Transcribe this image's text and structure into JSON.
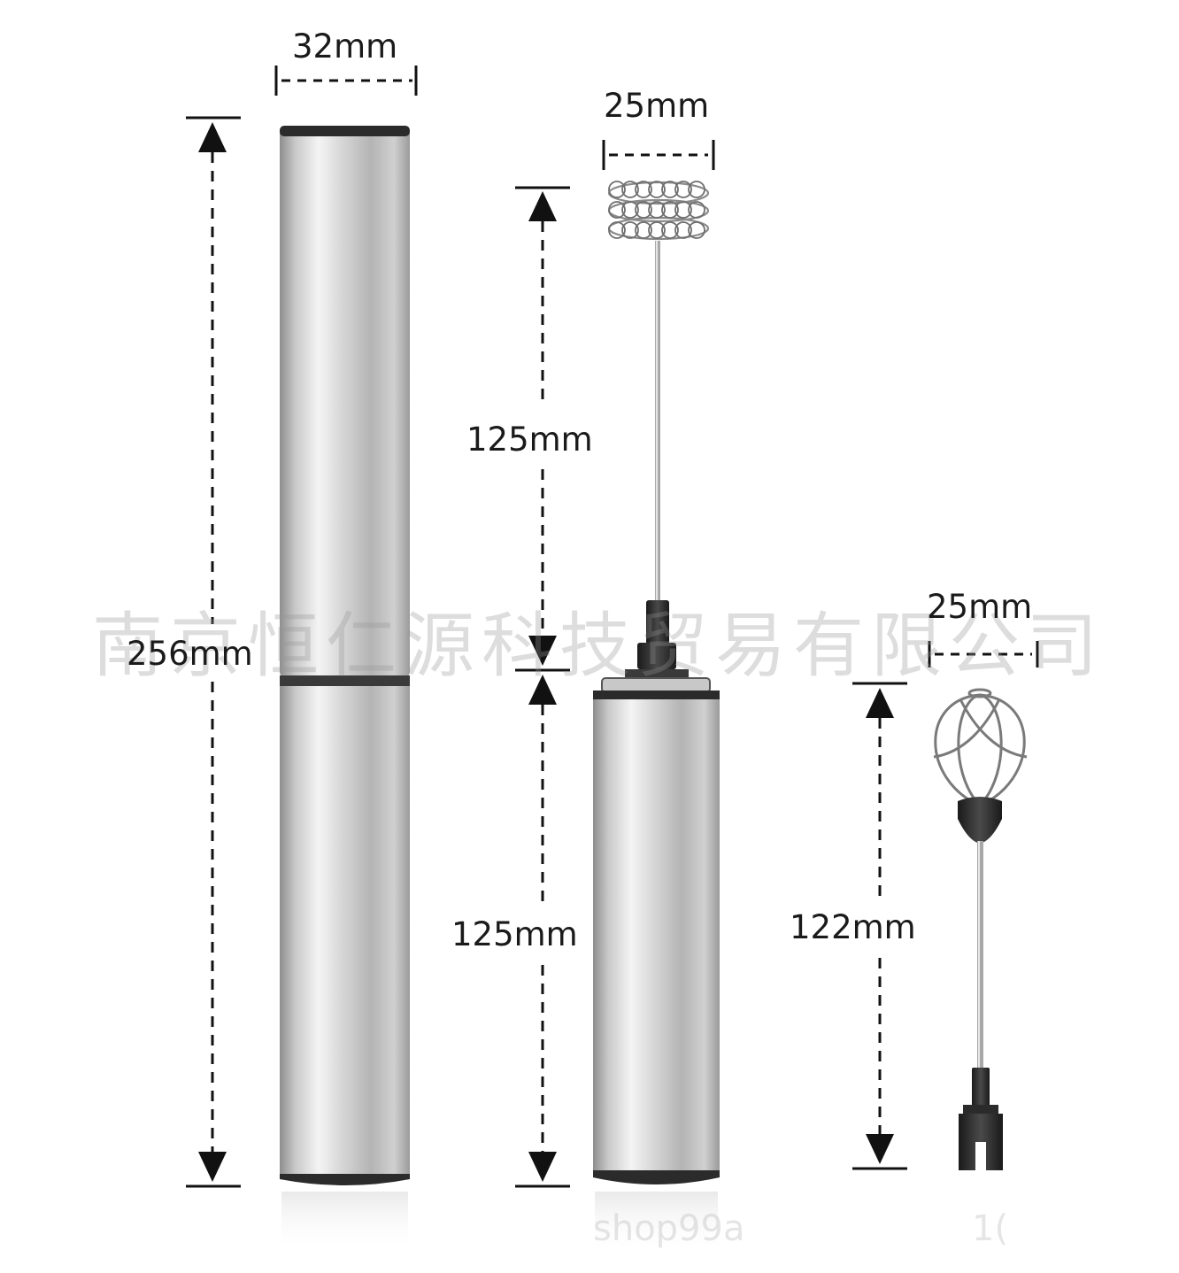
{
  "dimensions": {
    "case_width": "32mm",
    "case_height": "256mm",
    "whisk_head_width": "25mm",
    "whisk_shaft_length": "125mm",
    "handle_length": "125mm",
    "egg_whisk_head_width": "25mm",
    "egg_whisk_length": "122mm"
  },
  "watermark": {
    "company": "南京恒仁源科技贸易有限公司",
    "shop": "shop99a",
    "shop_fragment": "1("
  },
  "colors": {
    "background": "#ffffff",
    "steel_light": "#f4f4f4",
    "steel_dark": "#8e8e8e",
    "cap_black": "#2b2b2b",
    "dimension_line": "#111111"
  }
}
